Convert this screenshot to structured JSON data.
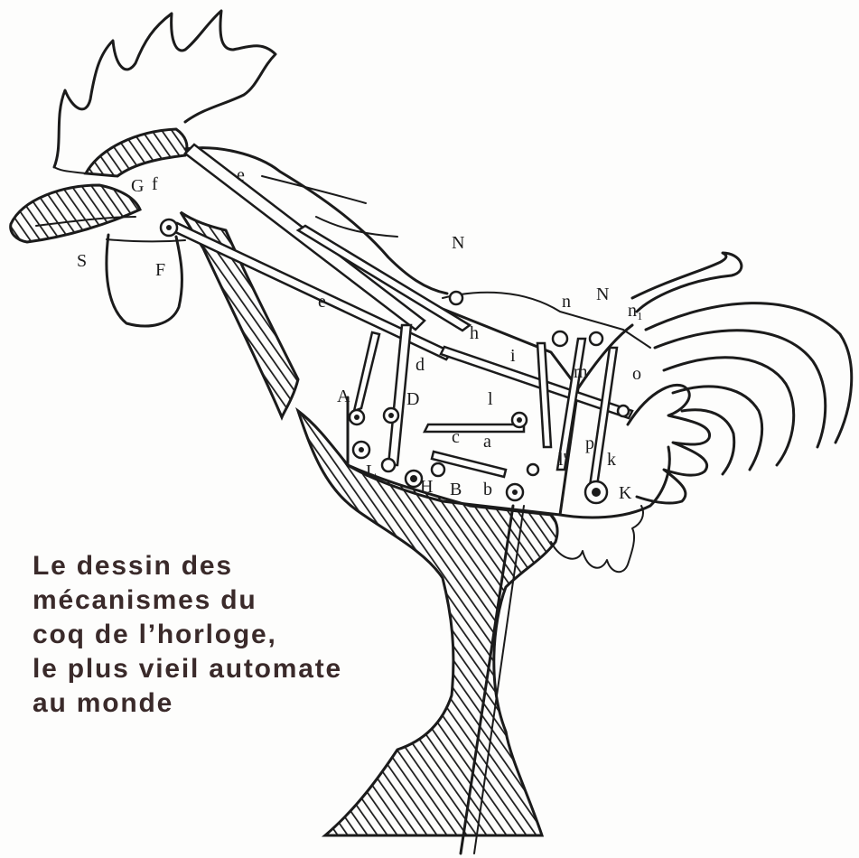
{
  "caption": {
    "lines": [
      "Le dessin des",
      "mécanismes du",
      "coq de l’horloge,",
      "le plus vieil automate",
      "au monde"
    ]
  },
  "diagram": {
    "labels": {
      "S": "S",
      "F": "F",
      "G": "G",
      "f": "f",
      "e": "e",
      "e2": "e",
      "N1": "N",
      "N2": "N",
      "n": "n",
      "n1": "n₁",
      "h": "h",
      "i": "i",
      "m": "m",
      "d": "d",
      "A": "A",
      "D": "D",
      "l": "l",
      "l1": "l'",
      "c": "c",
      "a": "a",
      "L": "L",
      "H": "H",
      "B": "B",
      "b": "b",
      "p": "p",
      "k": "k",
      "K": "K",
      "o": "o"
    }
  }
}
